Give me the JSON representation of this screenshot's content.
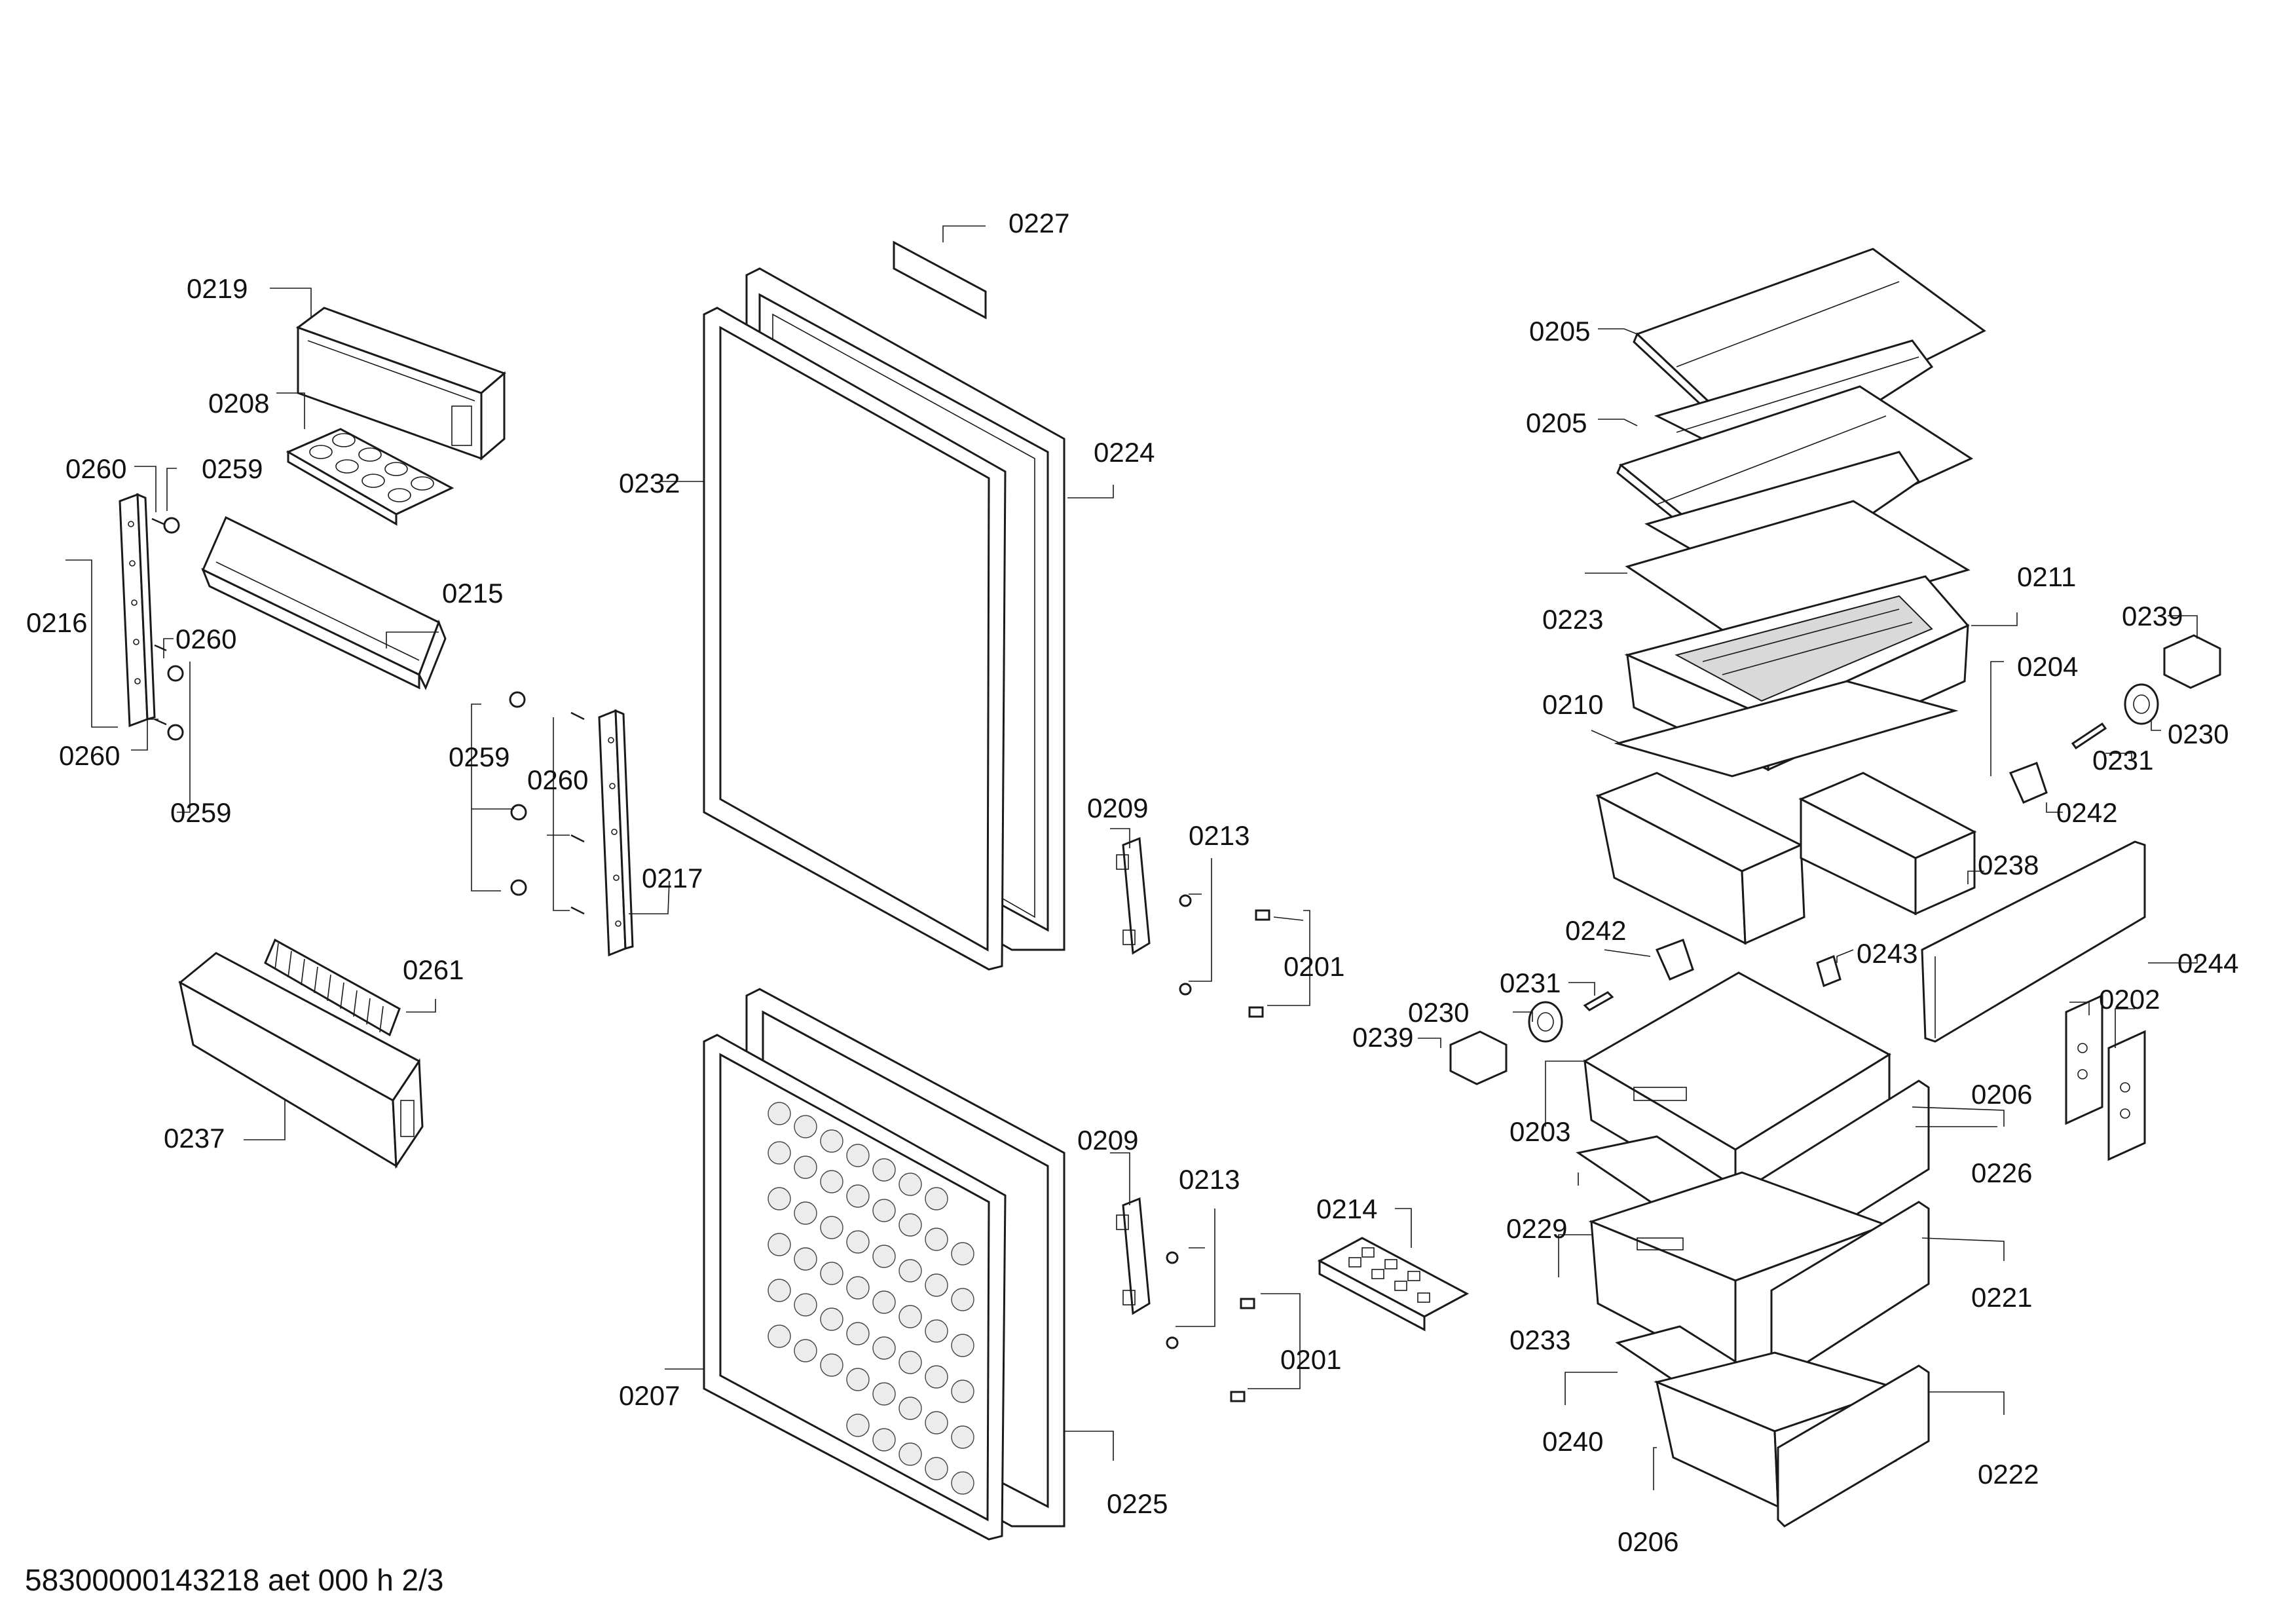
{
  "footer": {
    "document_id": "58300000143218 aet 000 h 2/3"
  },
  "callouts": [
    "0227",
    "0219",
    "0208",
    "0260",
    "0259",
    "0232",
    "0224",
    "0216",
    "0215",
    "0260",
    "0260",
    "0259",
    "0259",
    "0260",
    "0217",
    "0261",
    "0237",
    "0209",
    "0213",
    "0201",
    "0207",
    "0209",
    "0213",
    "0214",
    "0201",
    "0225",
    "0205",
    "0205",
    "0223",
    "0211",
    "0239",
    "0230",
    "0231",
    "0210",
    "0204",
    "0242",
    "0238",
    "0242",
    "0243",
    "0231",
    "0244",
    "0230",
    "0239",
    "0202",
    "0203",
    "0206",
    "0226",
    "0229",
    "0221",
    "0233",
    "0240",
    "0222",
    "0206"
  ]
}
